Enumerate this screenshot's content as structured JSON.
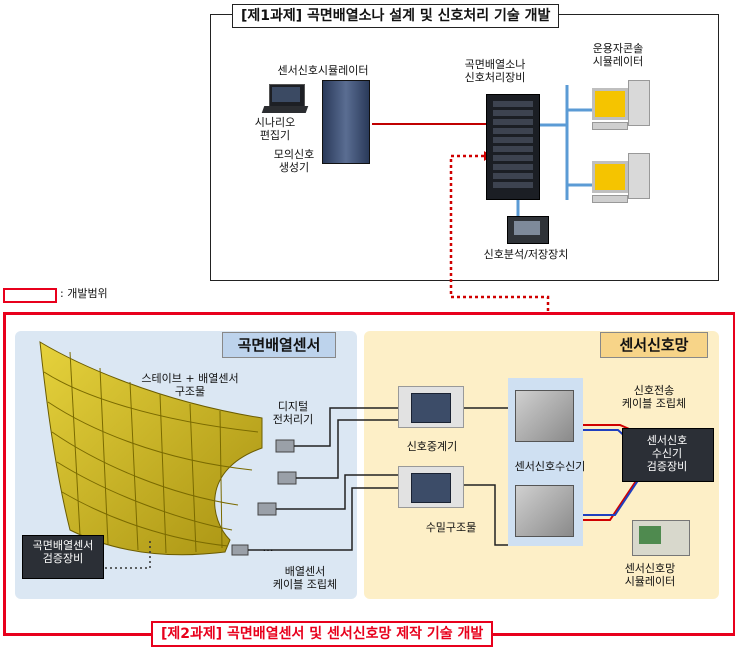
{
  "task1": {
    "title": "[제1과제] 곡면배열소나 설계 및 신호처리 기술 개발",
    "sensor_simulator": "센서신호시뮬레이터",
    "scenario_editor": "시나리오\n편집기",
    "mock_signal_generator": "모의신호\n생성기",
    "sonar_processor": "곡면배열소나\n신호처리장비",
    "operator_console_simulator": "운용자콘솔\n시뮬레이터",
    "signal_analysis_storage": "신호분석/저장장치"
  },
  "legend": {
    "label": ": 개발범위"
  },
  "task2": {
    "title": "[제2과제] 곡면배열센서 및 센서신호망 제작 기술 개발",
    "array_sensor_panel": "곡면배열센서",
    "sensor_network_panel": "센서신호망",
    "stave_structure": "스테이브 + 배열센서\n구조물",
    "digital_preprocessor": "디지털\n전처리기",
    "ellipsis": "…",
    "array_cable_assembly": "배열센서\n케이블 조립체",
    "array_sensor_tester": "곡면배열센서\n검증장비",
    "signal_relay": "신호중계기",
    "watertight_structure": "수밀구조물",
    "sensor_signal_receiver": "센서신호수신기",
    "signal_cable_assembly": "신호전송\n케이블 조립체",
    "receiver_tester": "센서신호\n수신기\n검증장비",
    "network_simulator": "센서신호망\n시뮬레이터"
  },
  "colors": {
    "frame_red": "#e8001c",
    "panel_blue": "#dbe7f3",
    "panel_yellow": "#fdefc7",
    "stave_yellow": "#c9b312",
    "link_blue": "#5b9bd5"
  }
}
